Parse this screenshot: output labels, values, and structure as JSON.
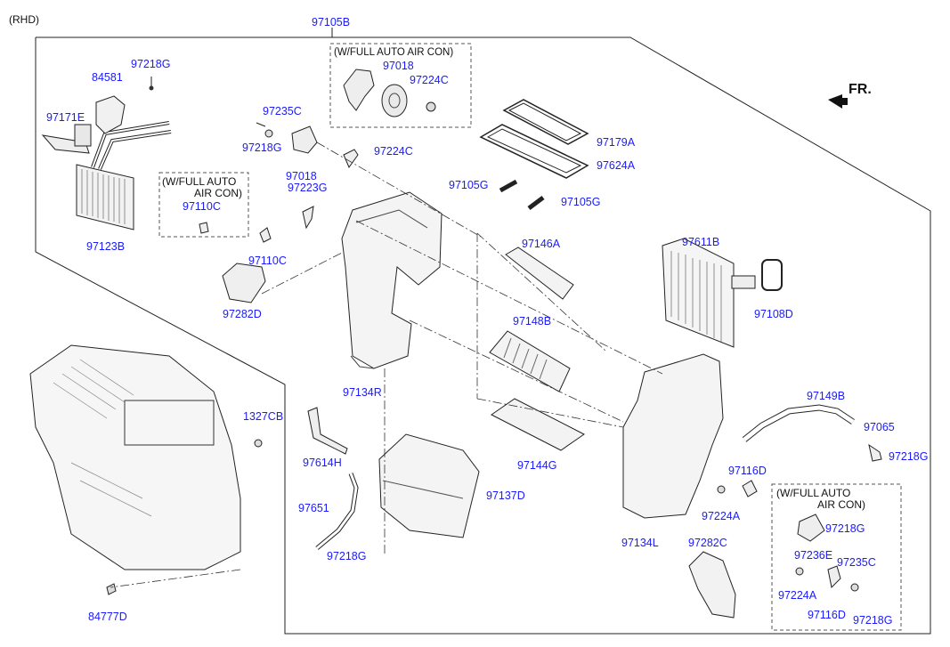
{
  "header": {
    "variant": "(RHD)",
    "assembly": "97105B"
  },
  "note_boxes": {
    "top": "(W/FULL AUTO AIR CON)",
    "left_line1": "(W/FULL AUTO",
    "left_line2": "AIR CON)",
    "right_line1": "(W/FULL AUTO",
    "right_line2": "AIR CON)"
  },
  "direction": "FR.",
  "parts": {
    "p84581": "84581",
    "p97218G_a": "97218G",
    "p97171E": "97171E",
    "p97123B": "97123B",
    "p97110C_a": "97110C",
    "p97235C_a": "97235C",
    "p97218G_b": "97218G",
    "p97018_a": "97018",
    "p97223G": "97223G",
    "p97224C_a": "97224C",
    "p97018_b": "97018",
    "p97224C_b": "97224C",
    "p97179A": "97179A",
    "p97624A": "97624A",
    "p97105G_a": "97105G",
    "p97105G_b": "97105G",
    "p97110C_b": "97110C",
    "p97282D": "97282D",
    "p97146A": "97146A",
    "p97611B": "97611B",
    "p97108D": "97108D",
    "p97148B": "97148B",
    "p97134R": "97134R",
    "p1327CB": "1327CB",
    "p97614H": "97614H",
    "p97144G": "97144G",
    "p97149B": "97149B",
    "p97065": "97065",
    "p97218G_c": "97218G",
    "p97116D_a": "97116D",
    "p97137D": "97137D",
    "p97651": "97651",
    "p97224A_a": "97224A",
    "p97134L": "97134L",
    "p97218G_d": "97218G",
    "p97282C": "97282C",
    "p97218G_e": "97218G",
    "p97236E": "97236E",
    "p97235C_b": "97235C",
    "p97224A_b": "97224A",
    "p97116D_b": "97116D",
    "p97218G_f": "97218G",
    "p84777D": "84777D"
  }
}
